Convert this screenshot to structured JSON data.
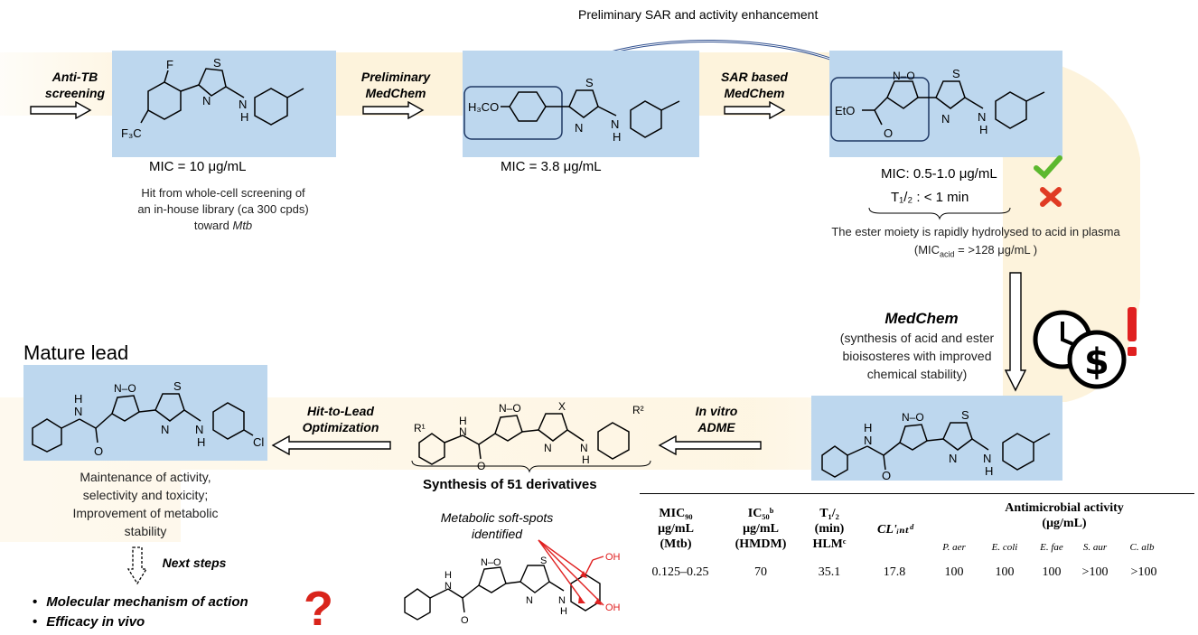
{
  "arrow_top_label": "Preliminary SAR and activity enhancement",
  "steps": {
    "screening": "Anti-TB screening",
    "prelim_medchem": "Preliminary MedChem",
    "sar_medchem": "SAR based MedChem",
    "medchem": "MedChem",
    "invitro_adme": "In vitro ADME",
    "hit_to_lead": "Hit-to-Lead Optimization",
    "next_steps": "Next steps"
  },
  "compound1": {
    "mic": "MIC = 10 μg/mL",
    "desc_lines": [
      "Hit from whole-cell screening of",
      "an in-house library (ca 300 cpds)"
    ],
    "desc_toward": "toward",
    "organism": "Mtb",
    "f_label": "F",
    "cf3_label": "F₃C"
  },
  "compound2": {
    "mic": "MIC = 3.8 μg/mL",
    "subst": "H₃CO"
  },
  "compound3": {
    "mic": "MIC: 0.5-1.0 μg/mL",
    "t_half": "T₁/₂ : < 1 min",
    "ester": "EtO",
    "note": "The ester moiety is rapidly hydrolysed to acid in plasma",
    "note2_prefix": "(MIC",
    "note2_sub": "acid",
    "note2_suffix": " = >128 μg/mL )"
  },
  "medchem_desc": [
    "(synthesis of acid and ester",
    "bioisosteres with improved",
    "chemical stability)"
  ],
  "derivatives": {
    "title": "Synthesis of 51 derivatives",
    "r1": "R¹",
    "r2": "R²",
    "x": "X"
  },
  "mature_lead": {
    "title": "Mature lead",
    "desc": [
      "Maintenance of activity,",
      "selectivity and toxicity;",
      "Improvement of metabolic",
      "stability"
    ],
    "cl": "Cl"
  },
  "soft_spots": {
    "label_lines": [
      "Metabolic soft-spots",
      "identified"
    ],
    "oh": "OH"
  },
  "bullets": [
    "Molecular mechanism of action",
    "Efficacy in vivo"
  ],
  "atoms": {
    "S": "S",
    "N": "N",
    "H": "H",
    "NO": "N–O",
    "O": "O"
  },
  "table": {
    "col1": [
      "MIC₉₀",
      "μg/mL",
      "(Mtb)"
    ],
    "col2": [
      "IC₅₀ᵇ",
      "μg/mL",
      "(HMDM)"
    ],
    "col3": [
      "T₁/₂",
      "(min)",
      "HLMᶜ"
    ],
    "col4": "CL'ᵢₙₜᵈ",
    "antimicrobial": [
      "Antimicrobial activity",
      "(μg/mL)"
    ],
    "species": [
      "P. aer",
      "E. coli",
      "E. fae",
      "S. aur",
      "C. alb"
    ],
    "values": [
      "0.125–0.25",
      "70",
      "35.1",
      "17.8",
      "100",
      "100",
      "100",
      ">100",
      ">100"
    ]
  },
  "colors": {
    "mol_bg": "#bdd7ee",
    "mol_border": "#1f3864",
    "cream": "#fdf3dc",
    "check": "#5cb82e",
    "cross": "#e03b24",
    "red": "#e02020",
    "accent_red": "#d9241b"
  }
}
